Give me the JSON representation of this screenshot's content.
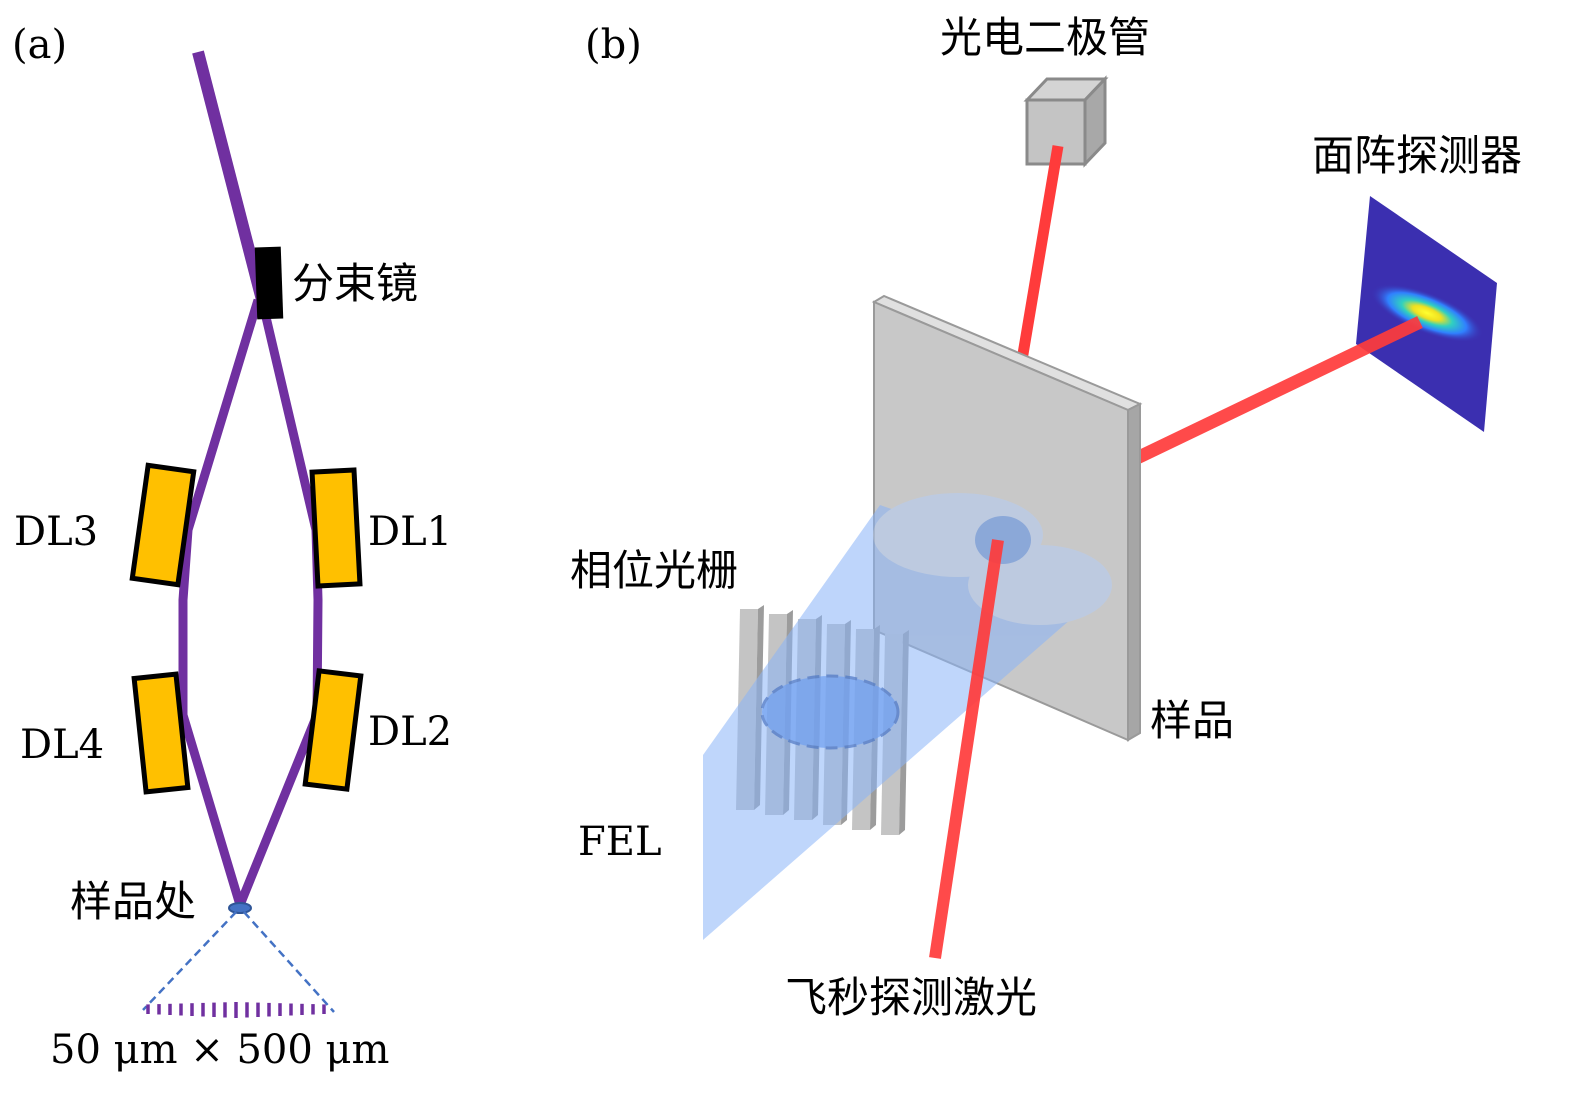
{
  "panel_a": {
    "label": "(a)",
    "beam_splitter_label": "分束镜",
    "delay_lines": [
      "DL1",
      "DL2",
      "DL3",
      "DL4"
    ],
    "sample_label": "样品处",
    "spot_size_label": "50 μm × 500 μm"
  },
  "panel_b": {
    "label": "(b)",
    "photodiode_label": "光电二极管",
    "area_detector_label": "面阵探测器",
    "phase_grating_label": "相位光栅",
    "fel_label": "FEL",
    "sample_label": "样品",
    "probe_laser_label": "飞秒探测激光"
  },
  "colors": {
    "beam_purple": "#7030a0",
    "delay_line_yellow": "#ffc000",
    "laser_red": "#ff3b3b",
    "fel_blue": "#8ab4f8",
    "sample_gray": "#c8c8c8",
    "detector_blue": "#3b2fb0"
  }
}
